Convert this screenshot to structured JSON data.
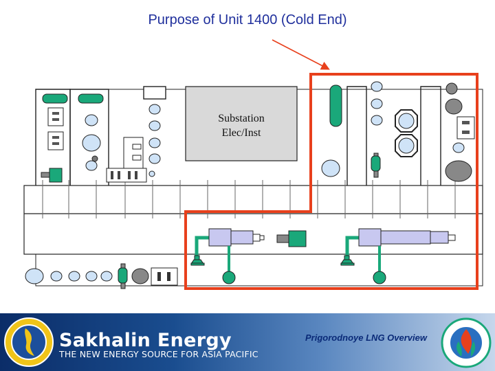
{
  "slide": {
    "title": "Purpose of Unit 1400 (Cold End)",
    "substation_line1": "Substation",
    "substation_line2": "Elec/Inst"
  },
  "footer": {
    "brand": "Sakhalin Energy",
    "tagline": "THE NEW ENERGY SOURCE FOR ASIA PACIFIC",
    "overview": "Prigorodnoye LNG Overview"
  },
  "colors": {
    "title": "#1f2f9c",
    "highlight": "#e8401c",
    "equipment_green": "#1aa87a",
    "vessel_blue": "#cfe3f7",
    "compressor_lilac": "#c8c8f0",
    "footer_dark": "#0b2d68"
  }
}
